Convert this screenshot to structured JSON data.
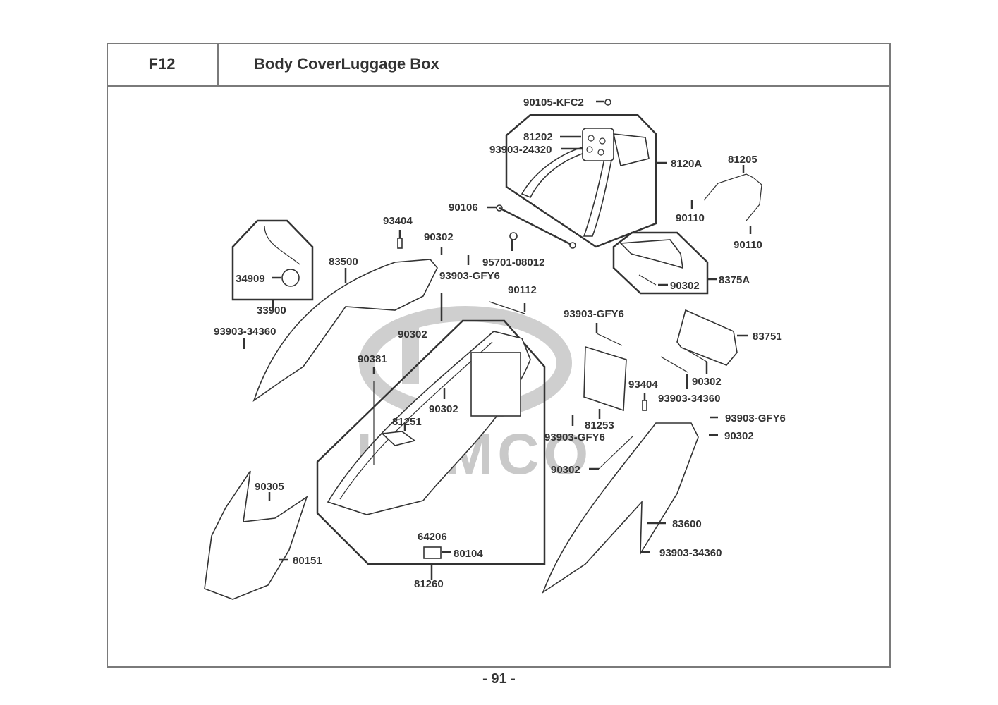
{
  "header": {
    "section_code": "F12",
    "title": "Body CoverLuggage Box"
  },
  "watermark": {
    "brand": "KYMCO",
    "color": "#c9c9c9"
  },
  "parts": {
    "p90105_kfc2": "90105-KFC2",
    "p81202": "81202",
    "p93903_24320": "93903-24320",
    "p8120a": "8120A",
    "p81205": "81205",
    "p90110_a": "90110",
    "p90110_b": "90110",
    "p90106": "90106",
    "p93404_top": "93404",
    "p90302_top": "90302",
    "p95701_08012": "95701-08012",
    "p93903_gfy6_top": "93903-GFY6",
    "p83500": "83500",
    "p34909": "34909",
    "p33900": "33900",
    "p90112": "90112",
    "p90302_mid_left": "90302",
    "p93903_34360_left": "93903-34360",
    "p8375a": "8375A",
    "p90302_8375a": "90302",
    "p93903_gfy6_mid": "93903-GFY6",
    "p83751": "83751",
    "p90302_right": "90302",
    "p93903_34360_right": "93903-34360",
    "p93404_right": "93404",
    "p90381": "90381",
    "p90302_box": "90302",
    "p81251": "81251",
    "p81253": "81253",
    "p93903_gfy6_low": "93903-GFY6",
    "p93903_gfy6_far_right": "93903-GFY6",
    "p90302_far_right": "90302",
    "p90302_low": "90302",
    "p90305": "90305",
    "p83600": "83600",
    "p64206": "64206",
    "p80104": "80104",
    "p80151": "80151",
    "p93903_34360_bottom": "93903-34360",
    "p81260": "81260"
  },
  "footer": {
    "page_number": "- 91 -"
  }
}
